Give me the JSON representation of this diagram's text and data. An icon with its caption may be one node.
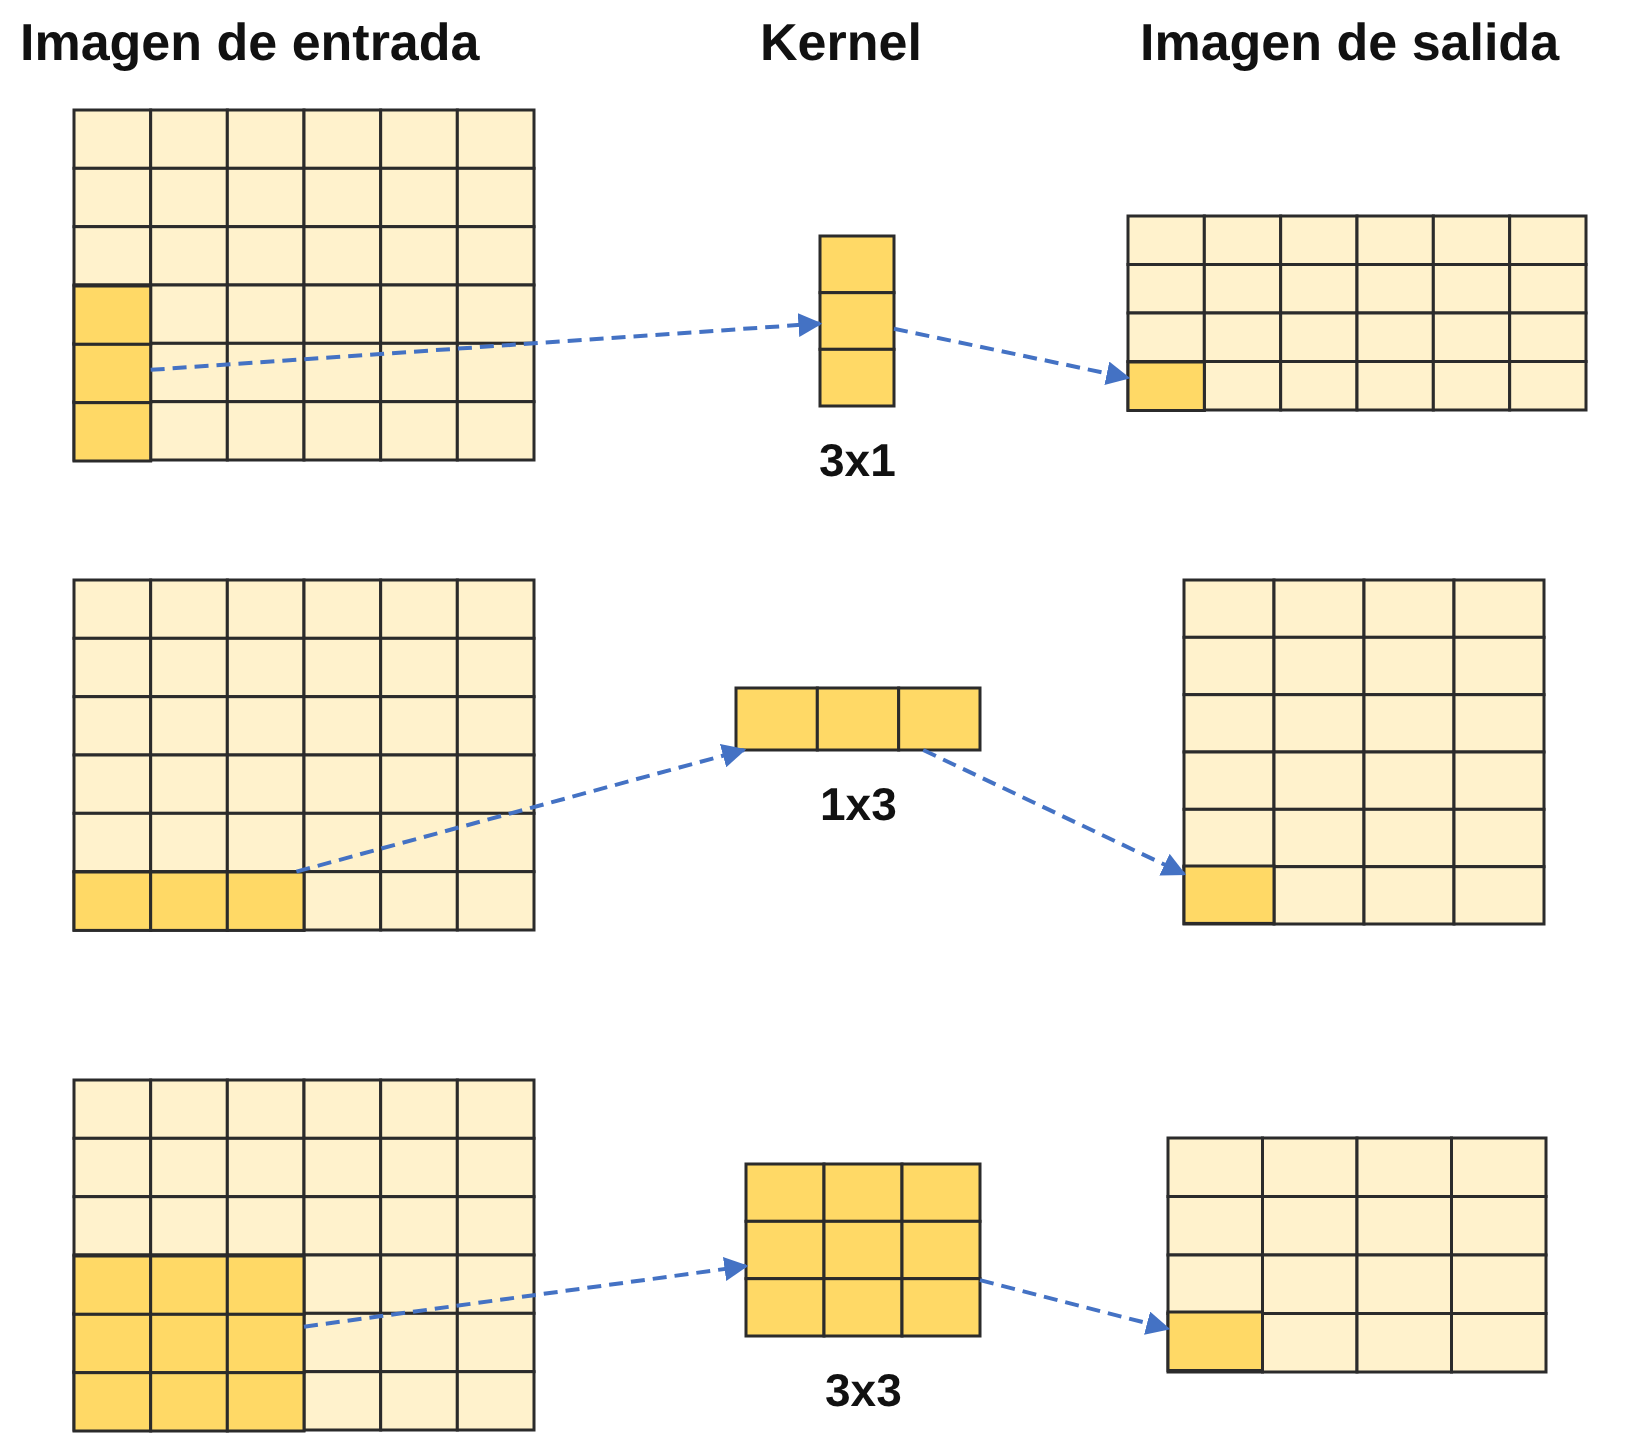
{
  "diagram": {
    "nodes": [
      {
        "text": [],
        "shape": "box"
      },
      {
        "text": [],
        "shape": "box",
        "beside": [
          "3x1"
        ]
      },
      {
        "text": [],
        "shape": "box"
      },
      {
        "text": [],
        "shape": "box"
      },
      {
        "text": [],
        "shape": "box",
        "beside": [
          "1x3"
        ]
      },
      {
        "text": [],
        "shape": "box"
      },
      {
        "text": [],
        "shape": "box"
      },
      {
        "text": [],
        "shape": "box",
        "beside": [
          "3x3"
        ]
      },
      {
        "text": [],
        "shape": "box"
      }
    ],
    "edges": [
      {
        "from": 0,
        "to": 1,
        "arrow": "to",
        "style": "dashed"
      },
      {
        "from": 1,
        "to": 2,
        "arrow": "to",
        "style": "dashed"
      },
      {
        "from": 3,
        "to": 4,
        "arrow": "to",
        "style": "dashed"
      },
      {
        "from": 4,
        "to": 5,
        "arrow": "to",
        "style": "dashed"
      },
      {
        "from": 6,
        "to": 7,
        "arrow": "to",
        "style": "dashed"
      },
      {
        "from": 7,
        "to": 8,
        "arrow": "to",
        "style": "dashed"
      }
    ],
    "labels": [
      "Imagen de entrada",
      "Kernel",
      "Imagen de salida"
    ]
  }
}
